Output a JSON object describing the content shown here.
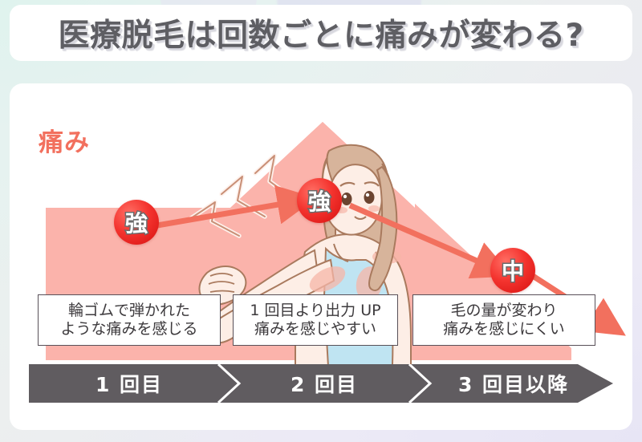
{
  "title": {
    "text": "医療脱毛は回数ごとに痛みが変わる?"
  },
  "chart": {
    "axis_label": "痛み",
    "badges": [
      {
        "name": "start",
        "label": "強"
      },
      {
        "name": "peak",
        "label": "強"
      },
      {
        "name": "later",
        "label": "中"
      }
    ],
    "info_boxes": [
      {
        "line1": "輪ゴムで弾かれた",
        "line2": "ような痛みを感じる"
      },
      {
        "line1": "1 回目より出力 UP",
        "line2": "痛みを感じやすい"
      },
      {
        "line1": "毛の量が変わり",
        "line2": "痛みを感じにくい"
      }
    ],
    "steps": [
      {
        "label": "1 回目"
      },
      {
        "label": "2 回目"
      },
      {
        "label": "3 回目以降"
      }
    ],
    "illustration": {
      "name": "woman-rubbing-arm",
      "pain_marks": "lightning-bolts"
    }
  },
  "colors": {
    "accent_coral": "#f2705e",
    "badge_red": "#e8211f",
    "mountain_pink": "#fbb3ab",
    "step_gray": "#605c60",
    "title_gray": "#5e5e63",
    "panel_white": "#ffffff"
  }
}
